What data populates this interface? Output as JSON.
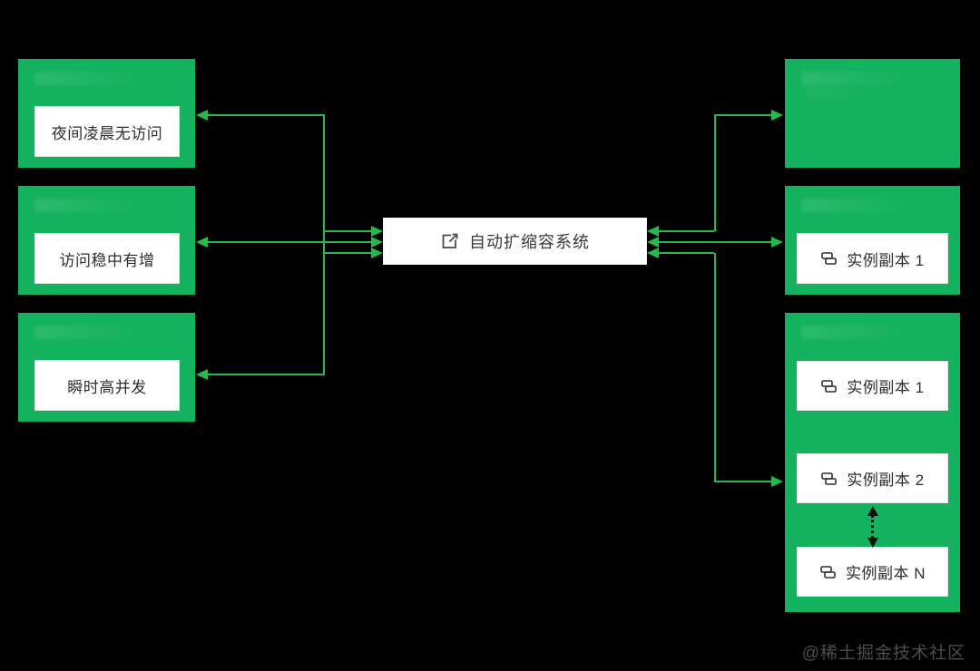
{
  "colors": {
    "background": "#000000",
    "box_green": "#14b25f",
    "arrow_green": "#25bb4c",
    "dotted_arrow": "#111111"
  },
  "center": {
    "label": "自动扩缩容系统",
    "icon": "expand-icon"
  },
  "scenarios": [
    {
      "label": "夜间凌晨无访问"
    },
    {
      "label": "访问稳中有增"
    },
    {
      "label": "瞬时高并发"
    }
  ],
  "right_middle": {
    "replicas": [
      {
        "label": "实例副本 1",
        "icon": "instance-icon"
      }
    ]
  },
  "right_pool": {
    "replicas": [
      {
        "label": "实例副本 1",
        "icon": "instance-icon"
      },
      {
        "label": "实例副本 2",
        "icon": "instance-icon"
      },
      {
        "label": "实例副本 N",
        "icon": "instance-icon"
      }
    ]
  },
  "watermark": "@稀土掘金技术社区"
}
